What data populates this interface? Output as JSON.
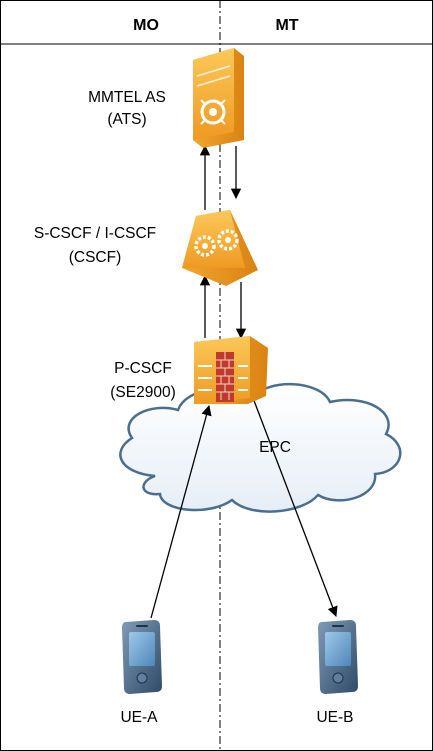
{
  "header": {
    "left": "MO",
    "right": "MT"
  },
  "nodes": {
    "mmtel": {
      "line1": "MMTEL AS",
      "line2": "(ATS)",
      "icon": "application-server-icon"
    },
    "cscf": {
      "line1": "S-CSCF / I-CSCF",
      "line2": "(CSCF)",
      "icon": "cscf-gears-icon"
    },
    "pcscf": {
      "line1": "P-CSCF",
      "line2": "(SE2900)",
      "icon": "firewall-icon"
    },
    "epc": {
      "label": "EPC",
      "icon": "cloud-icon"
    },
    "ue_a": {
      "label": "UE-A",
      "icon": "mobile-phone-icon"
    },
    "ue_b": {
      "label": "UE-B",
      "icon": "mobile-phone-icon"
    }
  },
  "colors": {
    "node_orange": "#F6B23A",
    "node_dark": "#E8911A",
    "cloud_stroke": "#4A6E90",
    "phone_body": "#3C5C7A",
    "firewall_brick": "#C0392B"
  }
}
